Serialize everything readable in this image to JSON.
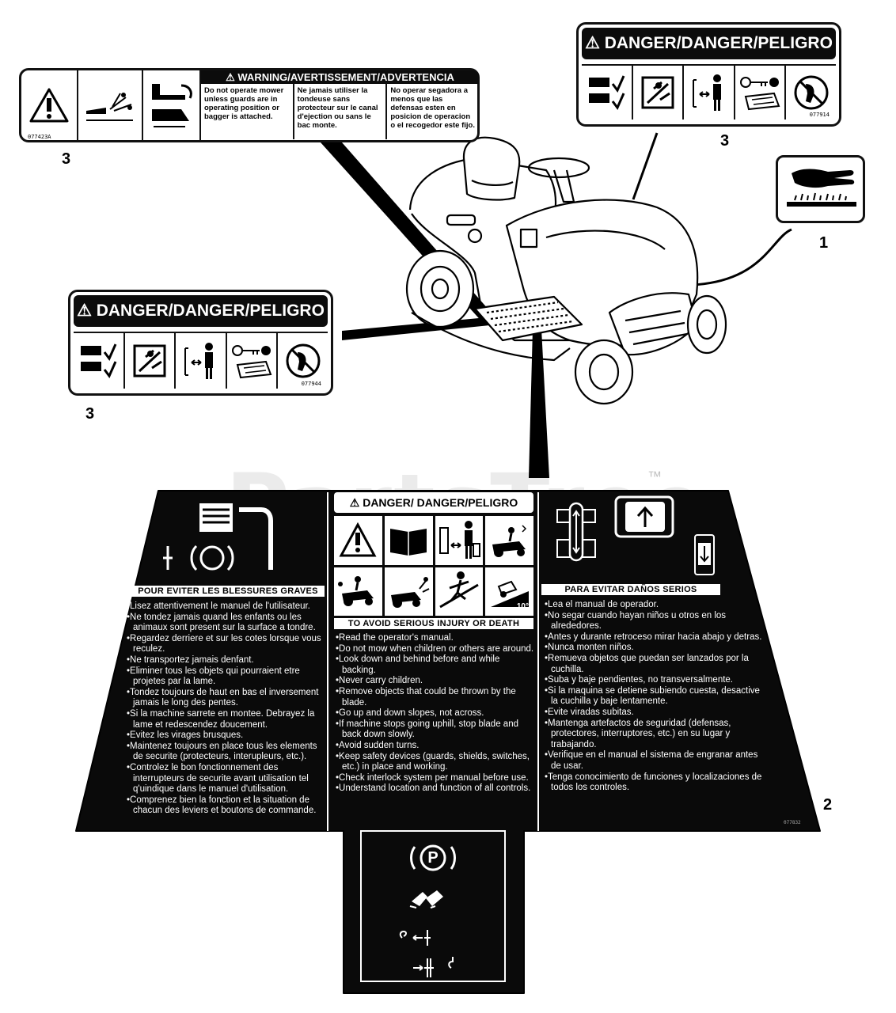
{
  "watermark": "PartsTree",
  "trademark": "™",
  "callouts": {
    "c1": "1",
    "c2": "2",
    "c3a": "3",
    "c3b": "3",
    "c3c": "3"
  },
  "warning_decal": {
    "header": "⚠ WARNING/AVERTISSEMENT/ADVERTENCIA",
    "part_no": "077423A",
    "col_en": "Do not operate mower unless guards are in operating position or bagger is attached.",
    "col_fr": "Ne jamais utiliser la tondeuse sans protecteur sur le canal d'ejection ou sans le bac monte.",
    "col_es": "No operar segadora a menos que las defensas esten en posicion de operacion o el recogedor este fijo.",
    "icons": [
      "warning-triangle-icon",
      "thrown-object-icon",
      "guard-bagger-icon"
    ]
  },
  "danger_decal_top": {
    "header": "⚠ DANGER/DANGER/PELIGRO",
    "part_no": "077914",
    "icons": [
      "slope-check-icon",
      "blade-hazard-icon",
      "keep-away-icon",
      "remove-key-icon",
      "no-riders-icon"
    ]
  },
  "danger_decal_left": {
    "header": "⚠ DANGER/DANGER/PELIGRO",
    "part_no": "077944",
    "icons": [
      "slope-check-icon",
      "blade-hazard-icon",
      "keep-away-icon",
      "remove-key-icon",
      "no-riders-icon"
    ]
  },
  "hand_decal": {
    "icon": "hand-blade-icon"
  },
  "panel": {
    "center_header": "⚠ DANGER/ DANGER/PELIGRO",
    "left_head": "POUR EVITER LES BLESSURES GRAVES",
    "left_items": [
      "Lisez attentivement le manuel de l'utilisateur.",
      "Ne tondez jamais quand les enfants ou les animaux sont present sur la surface a tondre.",
      "Regardez derriere et sur les cotes lorsque vous reculez.",
      "Ne transportez jamais denfant.",
      "Eliminer tous les objets qui pourraient etre projetes par la lame.",
      "Tondez toujours de haut en bas el inversement jamais le long des pentes.",
      "Si la machine sarrete en montee. Debrayez la lame et redescendez doucement.",
      "Evitez les virages brusques.",
      "Maintenez toujours en place tous les elements de securite (protecteurs, interupleurs, etc.).",
      "Controlez le bon fonctionnement des interrupteurs de securite avant utilisation tel q'uindique dans le manuel d'utilisation.",
      "Comprenez bien la fonction et la situation de chacun des leviers et boutons de commande."
    ],
    "center_head": "TO AVOID SERIOUS INJURY OR DEATH",
    "center_items": [
      "Read the operator's manual.",
      "Do not mow when children or others are around.",
      "Look down and behind before and while backing.",
      "Never carry children.",
      "Remove objects that could be thrown by the blade.",
      "Go up and down slopes, not across.",
      "If machine stops going uphill, stop blade and back down slowly.",
      "Avoid sudden turns.",
      "Keep safety devices (guards, shields, switches, etc.) in place and working.",
      "Check interlock system per manual before use.",
      "Understand location and function of all controls."
    ],
    "right_head": "PARA EVITAR DAÑOS SERIOS",
    "right_items": [
      "Lea el manual de operador.",
      "No segar cuando hayan niños u otros en los alrededores.",
      "Antes y durante retroceso mirar hacia abajo y detras.",
      "Nunca monten niños.",
      "Remueva objetos que puedan ser lanzados por la cuchilla.",
      "Suba y baje pendientes, no transversalmente.",
      "Si la maquina se detiene subiendo cuesta, desactive la cuchilla y baje lentamente.",
      "Evite viradas subitas.",
      "Mantenga artefactos de seguridad (defensas, protectores, interruptores, etc.) en su lugar y trabajando.",
      "Verifique en el manual el sistema de engranar antes de usar.",
      "Tenga conocimiento de funciones y localizaciones de todos los controles."
    ],
    "slope_label": "10°",
    "park_symbol": "P",
    "panel_part_no": "077832"
  }
}
